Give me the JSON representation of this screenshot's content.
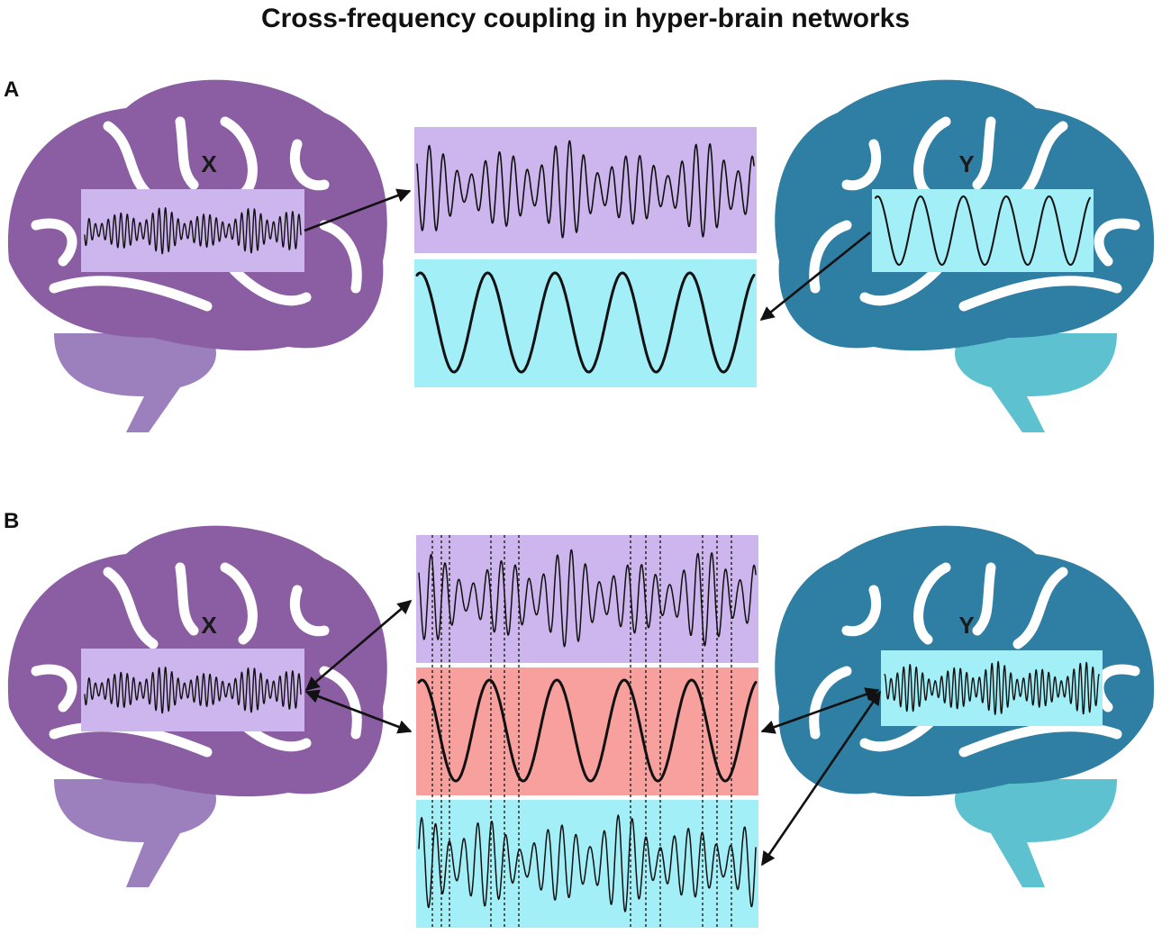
{
  "title": "Cross-frequency coupling in hyper-brain networks",
  "panels": [
    {
      "letter": "A",
      "brain_left_label": "X",
      "brain_right_label": "Y"
    },
    {
      "letter": "B",
      "brain_left_label": "X",
      "brain_right_label": "Y"
    }
  ],
  "colors": {
    "purple_brain": "#8b5ea3",
    "purple_cerebellum": "#9b80bd",
    "teal_brain": "#2e7fa3",
    "teal_cerebellum": "#5ec1cf",
    "lavender_box": "#cdb6ee",
    "cyan_box": "#a2eff7",
    "salmon_box": "#f7a09d"
  }
}
